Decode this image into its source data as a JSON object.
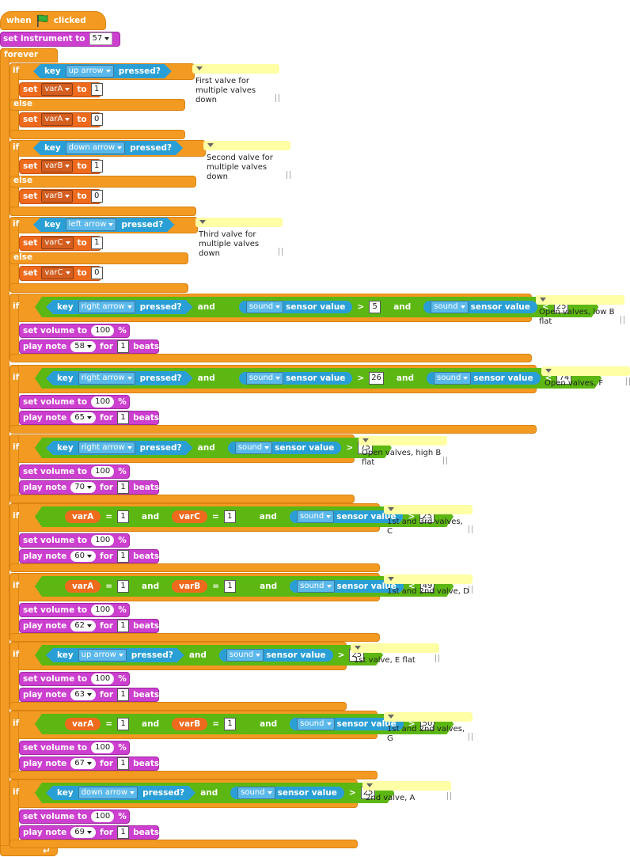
{
  "hat": {
    "when": "when",
    "clicked": "clicked",
    "flag_icon": "green-flag-icon"
  },
  "instrument": {
    "label": "set instrument to",
    "value": "57"
  },
  "forever": "forever",
  "kw": {
    "if": "if",
    "else": "else",
    "set": "set",
    "to": "to",
    "key": "key",
    "pressed": "pressed?",
    "and": "and",
    "sensor_value": "sensor value",
    "set_volume": "set volume to",
    "pct": "%",
    "play_note": "play note",
    "for": "for",
    "beats": "beats",
    "eq": "=",
    "gt": ">",
    "lt": "<"
  },
  "ifelse": [
    {
      "key": "up arrow",
      "var": "varA",
      "v1": "1",
      "v0": "0",
      "comment": "First valve for multiple valves down"
    },
    {
      "key": "down arrow",
      "var": "varB",
      "v1": "1",
      "v0": "0",
      "comment": "Second valve for multiple valves down"
    },
    {
      "key": "left arrow",
      "var": "varC",
      "v1": "1",
      "v0": "0",
      "comment": "Third valve for multiple valves down"
    }
  ],
  "notes": [
    {
      "key": "right arrow",
      "s1": "sound",
      "op1": ">",
      "v1": "5",
      "s2": "sound",
      "op2": "<",
      "v2": "25",
      "vol": "100",
      "note": "58",
      "beats": "1",
      "comment": "Open valves, low B flat"
    },
    {
      "key": "right arrow",
      "s1": "sound",
      "op1": ">",
      "v1": "26",
      "s2": "sound",
      "op2": "<",
      "v2": "74",
      "vol": "100",
      "note": "65",
      "beats": "1",
      "comment": "Open valves, F"
    },
    {
      "key": "right arrow",
      "s1": "sound",
      "op1": ">",
      "v1": "75",
      "vol": "100",
      "note": "70",
      "beats": "1",
      "comment": "Open valves, high B flat"
    },
    {
      "va": "varA",
      "va_v": "1",
      "vb": "varC",
      "vb_v": "1",
      "s1": "sound",
      "op1": ">",
      "v1": "25",
      "vol": "100",
      "note": "60",
      "beats": "1",
      "comment": "1st and 3rd valves, C"
    },
    {
      "va": "varA",
      "va_v": "1",
      "vb": "varB",
      "vb_v": "1",
      "s1": "sound",
      "op1": "<",
      "v1": "49",
      "vol": "100",
      "note": "62",
      "beats": "1",
      "comment": "1st and 2nd valve, D"
    },
    {
      "key": "up arrow",
      "s1": "sound",
      "op1": ">",
      "v1": "25",
      "vol": "100",
      "note": "63",
      "beats": "1",
      "comment": "1st valve, E flat"
    },
    {
      "va": "varA",
      "va_v": "1",
      "vb": "varB",
      "vb_v": "1",
      "s1": "sound",
      "op1": ">",
      "v1": "50",
      "vol": "100",
      "note": "67",
      "beats": "1",
      "comment": "1st and 2nd valves, G"
    },
    {
      "key": "down arrow",
      "s1": "sound",
      "op1": ">",
      "v1": "25",
      "vol": "100",
      "note": "69",
      "beats": "1",
      "comment": "2nd valve, A"
    }
  ],
  "colors": {
    "control": "#f39a22",
    "sensing": "#2a9fd6",
    "operators": "#5cb712",
    "looks_sound": "#cc3fcf",
    "variables": "#ee6a1c",
    "comment": "#ffffa5"
  }
}
